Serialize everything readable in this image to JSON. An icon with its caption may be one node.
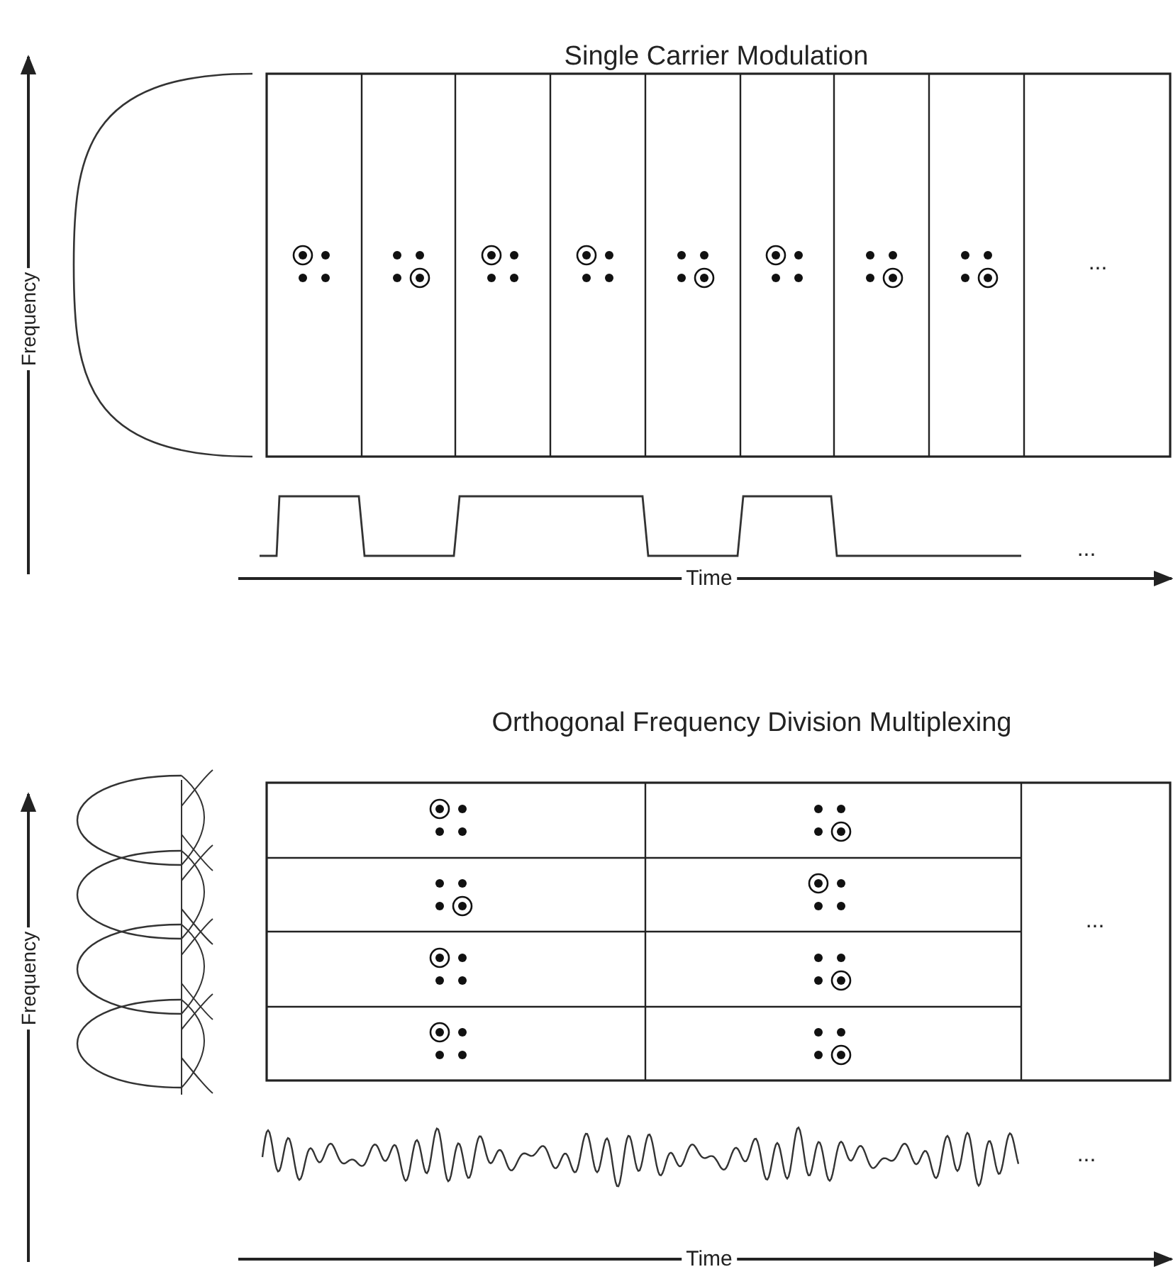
{
  "diagram": {
    "labels": [
      "Single Carrier Modulation",
      "Frequency",
      "...",
      "...",
      "Time",
      "Orthogonal Frequency Division Multiplexing",
      "Frequency",
      "...",
      "...",
      "Time"
    ]
  }
}
